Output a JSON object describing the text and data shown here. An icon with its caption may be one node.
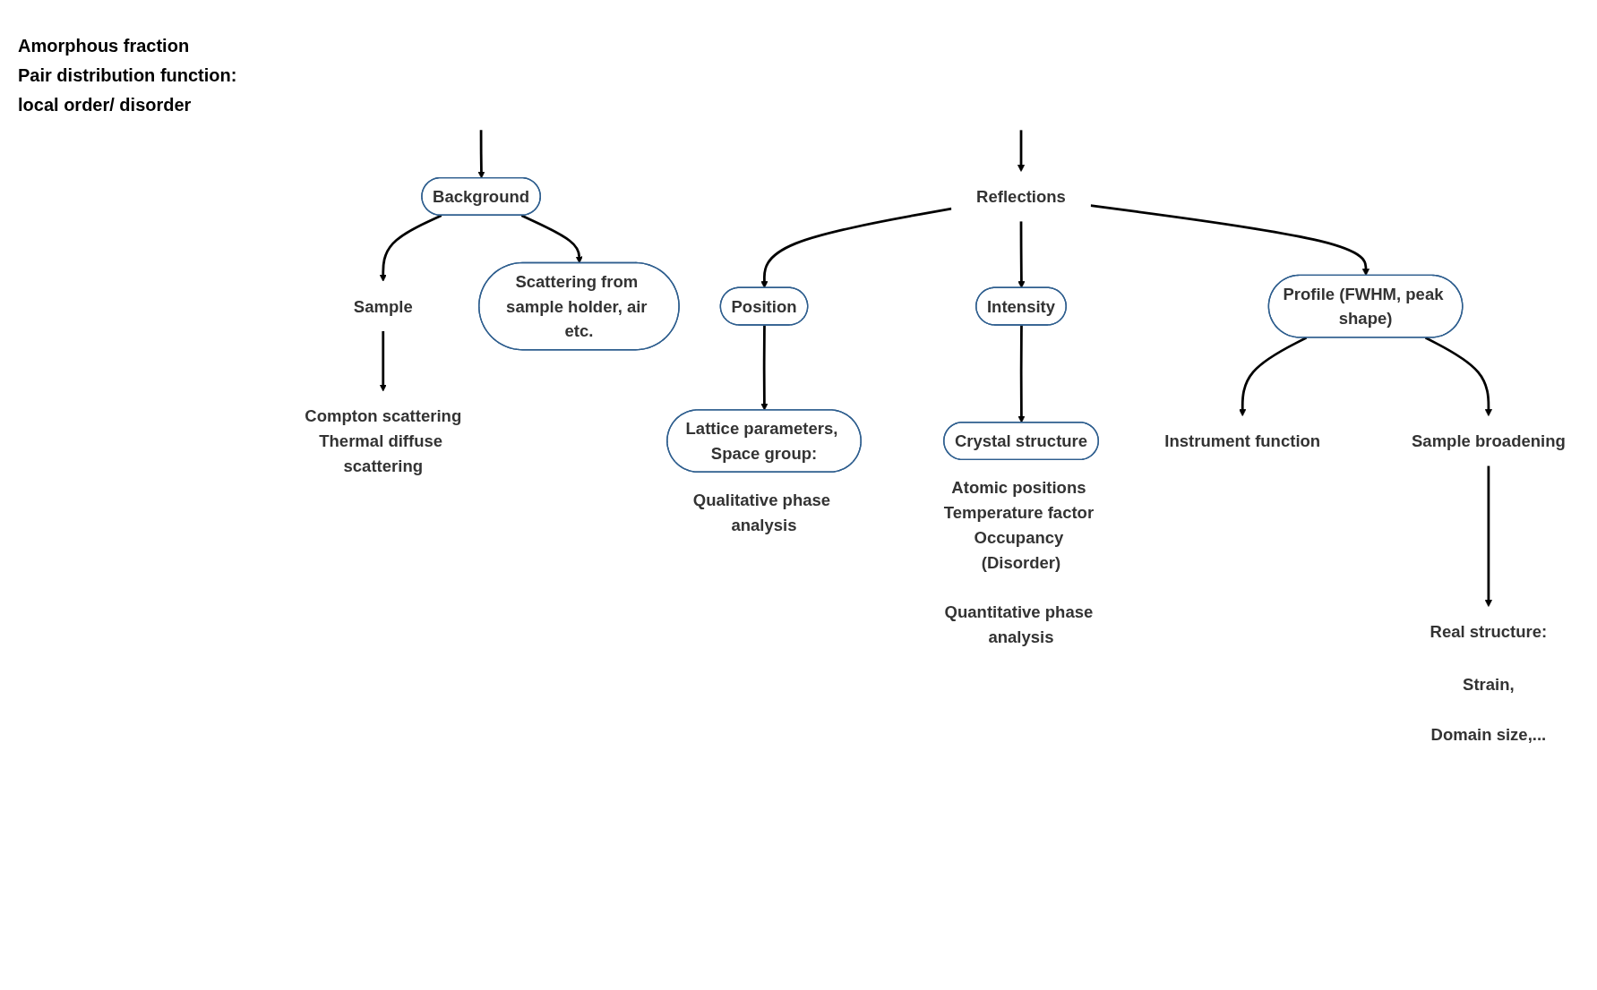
{
  "diagram": {
    "nodes": [
      {
        "text": [
          "Background"
        ]
      },
      {
        "text": [
          "Reflections"
        ]
      },
      {
        "text": [
          "Sample"
        ]
      },
      {
        "text": [
          "Scattering from sample holder, air etc."
        ]
      },
      {
        "text": [
          "Compton scattering",
          "Thermal diffuse scattering"
        ]
      },
      {
        "text": [
          "Position"
        ]
      },
      {
        "text": [
          "Intensity"
        ]
      },
      {
        "text": [
          "Profile (FWHM, peak shape)"
        ]
      },
      {
        "text": [
          "Instrument function"
        ]
      },
      {
        "text": [
          "Sample broadening"
        ]
      },
      {
        "text": [
          "Lattice parameters, Space group:"
        ],
        "beside": [
          "Qualitative phase analysis"
        ]
      },
      {
        "text": [
          "Crystal structure"
        ],
        "beside": [
          "Atomic positions Temperature factor Occupancy (Disorder)",
          "Quantitative phase analysis"
        ]
      },
      {
        "text": [
          "Real structure:"
        ],
        "beside": [
          "Strain,",
          "Domain size,..."
        ]
      }
    ],
    "edges": [
      {
        "from": null,
        "to": 0,
        "arrow": "to"
      },
      {
        "from": null,
        "to": 1,
        "arrow": "to"
      },
      {
        "from": 0,
        "to": 2,
        "arrow": "to"
      },
      {
        "from": 0,
        "to": 3,
        "arrow": "to"
      },
      {
        "from": 2,
        "to": 4,
        "arrow": "to"
      },
      {
        "from": 1,
        "to": 5,
        "arrow": "to"
      },
      {
        "from": 1,
        "to": 6,
        "arrow": "to"
      },
      {
        "from": 1,
        "to": 7,
        "arrow": "to"
      },
      {
        "from": 5,
        "to": 10,
        "arrow": "to"
      },
      {
        "from": 6,
        "to": 11,
        "arrow": "to"
      },
      {
        "from": 7,
        "to": 8,
        "arrow": "to"
      },
      {
        "from": 7,
        "to": 9,
        "arrow": "to"
      },
      {
        "from": 9,
        "to": 12,
        "arrow": "to"
      }
    ],
    "labels": [
      "Amorphous fraction",
      "Pair distribution function:",
      "local order/ disorder"
    ]
  }
}
